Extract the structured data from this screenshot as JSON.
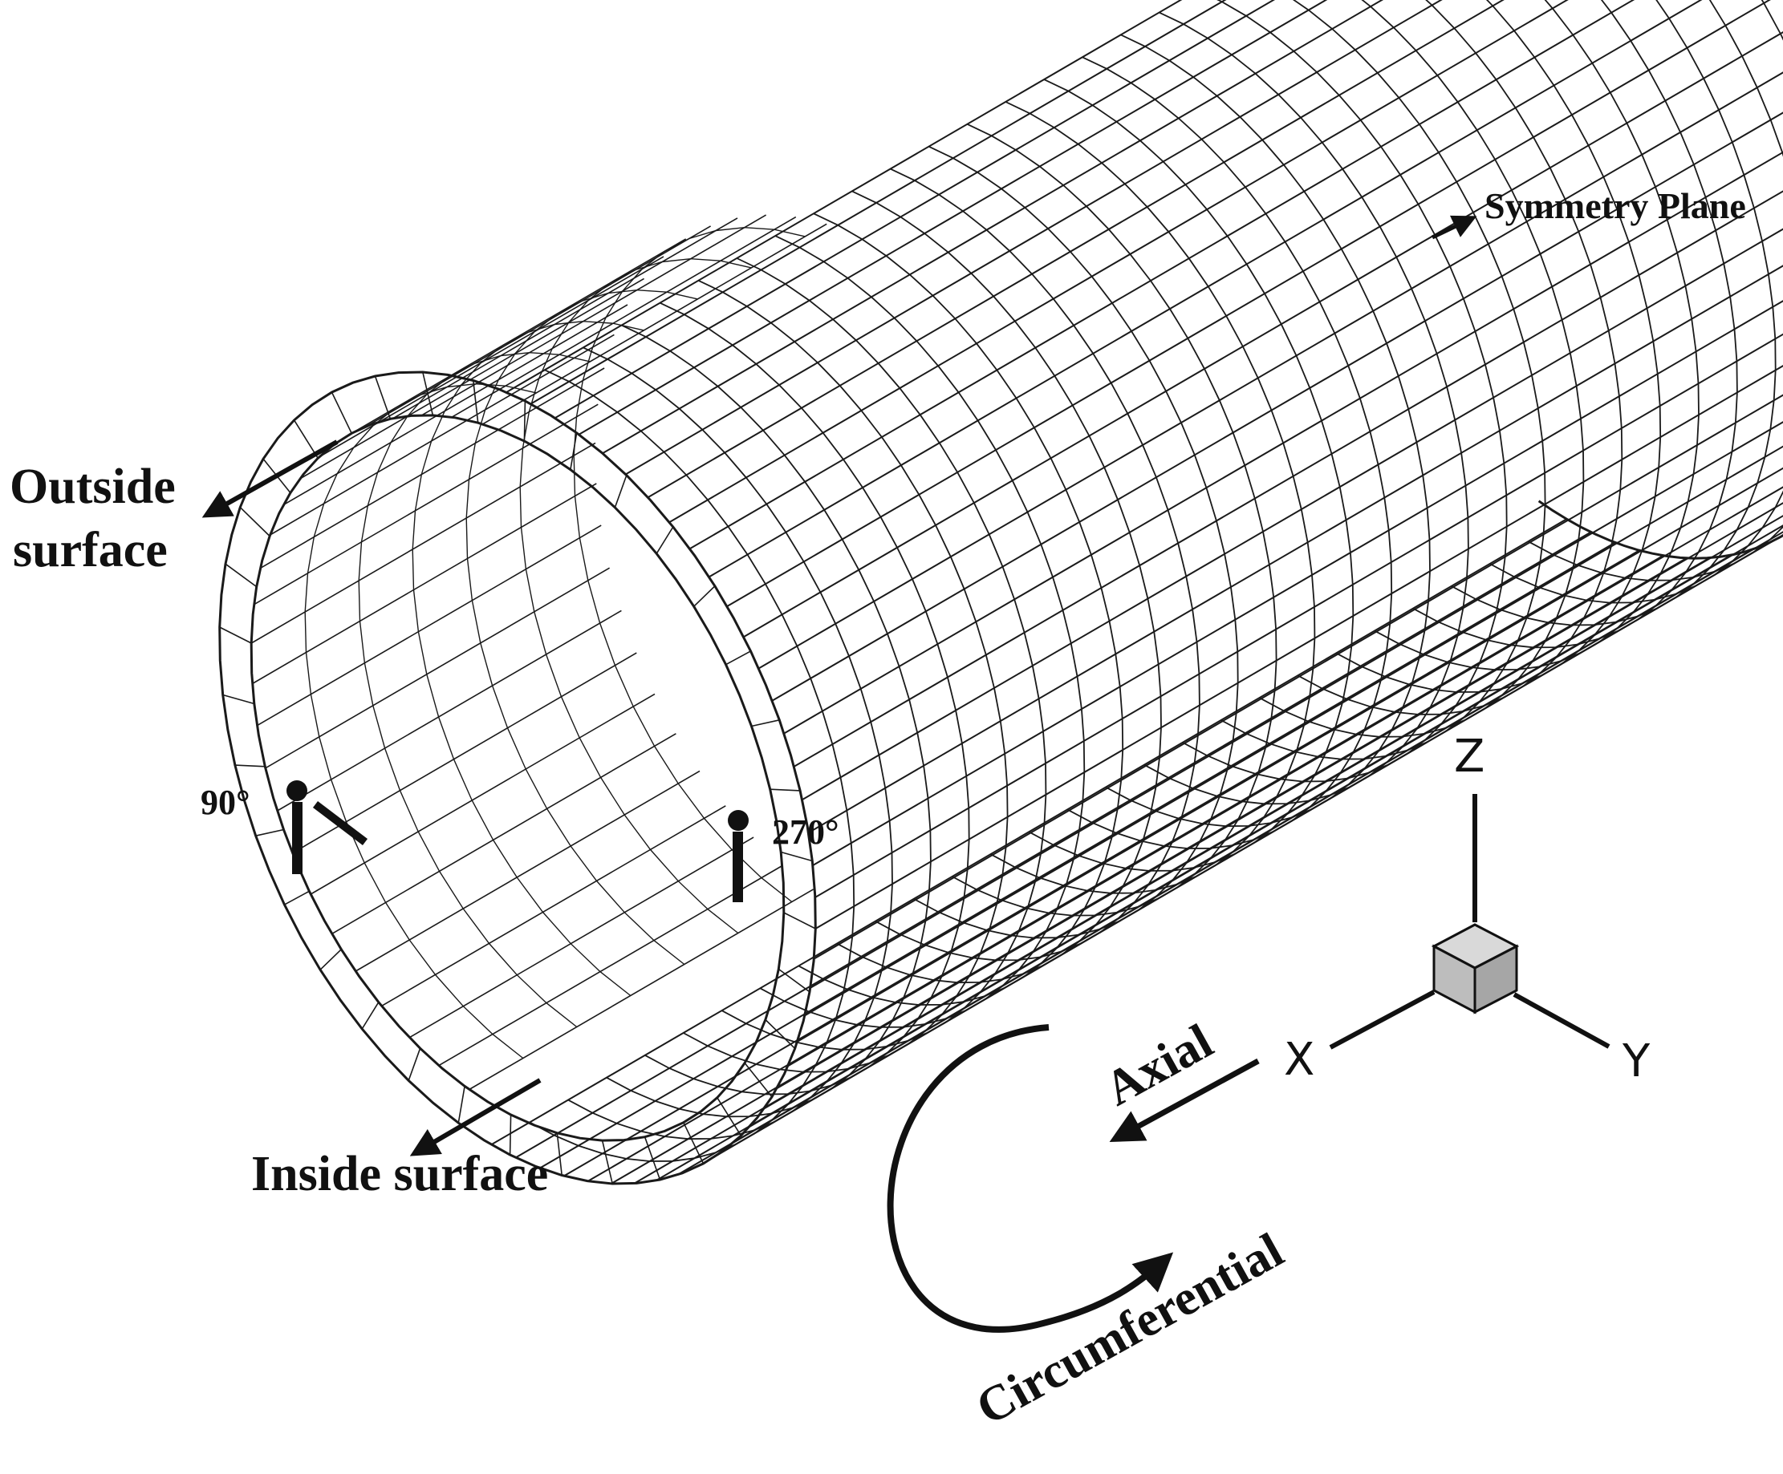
{
  "labels": {
    "symmetry_plane": "Symmetry Plane",
    "outside_line1": "Outside",
    "outside_line2": "surface",
    "inside": "Inside surface",
    "deg_90": "90°",
    "deg_270": "270°",
    "axial": "Axial",
    "circumferential": "Circumferential"
  },
  "triad": {
    "z": "Z",
    "x": "X",
    "y": "Y"
  },
  "colors": {
    "ink": "#111111",
    "mesh": "#1a1a1a",
    "cube_front": "#bdbdbd",
    "cube_top": "#d9d9d9",
    "cube_side": "#a6a6a6",
    "background": "#ffffff"
  }
}
